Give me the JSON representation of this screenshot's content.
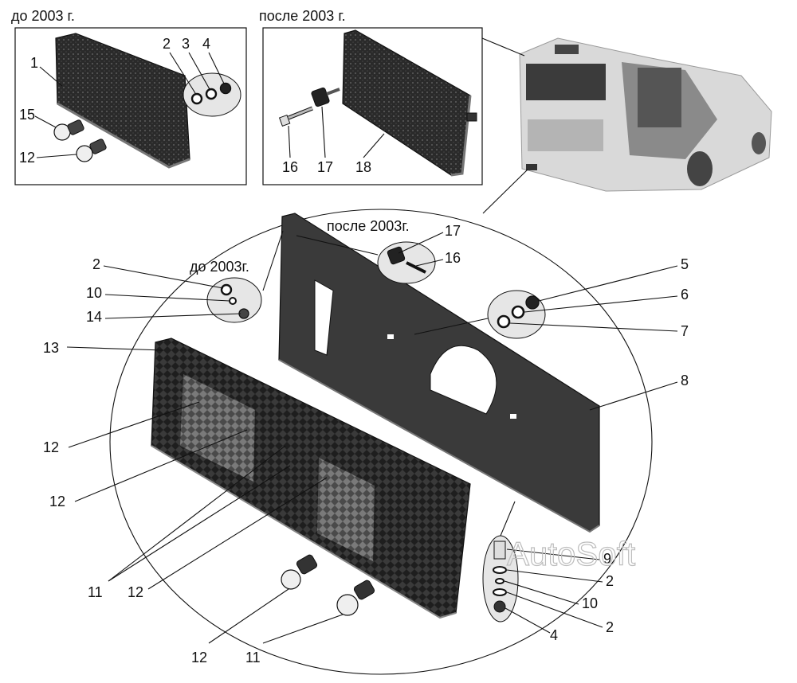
{
  "captions": {
    "before_2003_box": "до 2003 г.",
    "after_2003_box": "после 2003 г.",
    "after_2003_callout": "после 2003г.",
    "before_2003_callout": "до 2003г."
  },
  "callouts": {
    "box1": [
      "1",
      "2",
      "3",
      "4",
      "15",
      "12"
    ],
    "box2": [
      "16",
      "17",
      "18"
    ],
    "main": {
      "c17": "17",
      "c16": "16",
      "c2": "2",
      "c10": "10",
      "c14": "14",
      "c5": "5",
      "c6": "6",
      "c7": "7",
      "c13": "13",
      "c8": "8",
      "c12a": "12",
      "c12b": "12",
      "c11": "11",
      "c12c": "12",
      "c9": "9",
      "c2b": "2",
      "c10b": "10",
      "c2c": "2",
      "c4": "4",
      "c12d": "12",
      "c11b": "11"
    }
  },
  "watermark": "AutoSoft"
}
